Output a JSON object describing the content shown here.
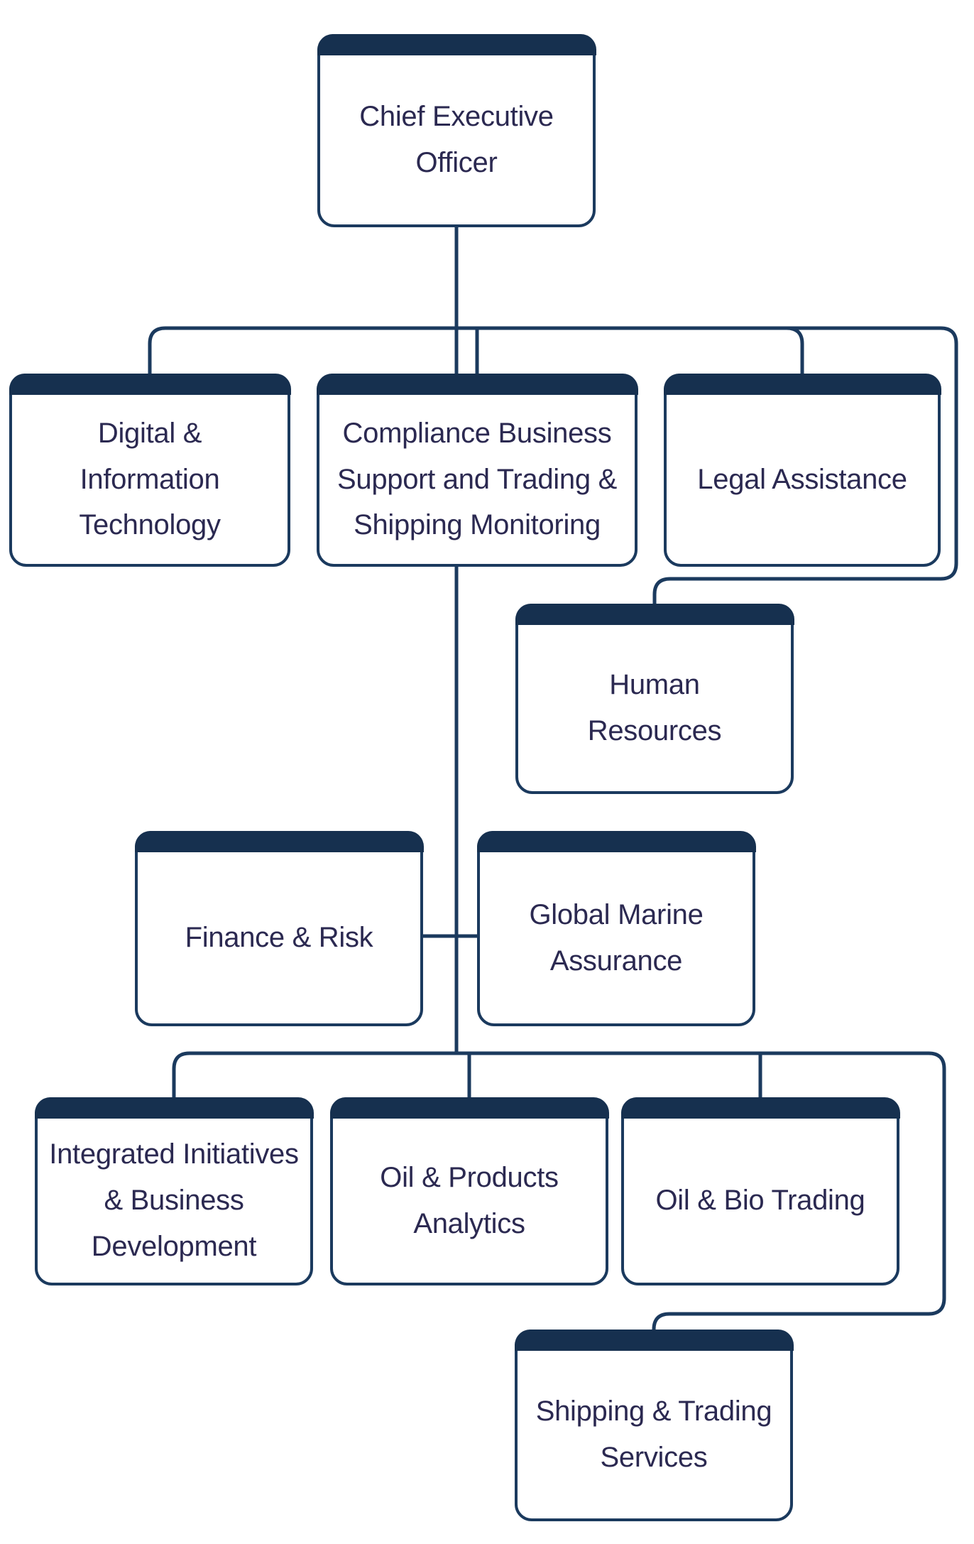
{
  "diagram": {
    "type": "org-chart",
    "nodes": {
      "ceo": {
        "label": "Chief Executive\nOfficer"
      },
      "digital": {
        "label": "Digital &\nInformation\nTechnology"
      },
      "compliance": {
        "label": "Compliance Business\nSupport and Trading &\nShipping Monitoring"
      },
      "legal": {
        "label": "Legal Assistance"
      },
      "hr": {
        "label": "Human\nResources"
      },
      "finance": {
        "label": "Finance & Risk"
      },
      "gma": {
        "label": "Global Marine\nAssurance"
      },
      "integrated": {
        "label": "Integrated Initiatives\n& Business\nDevelopment"
      },
      "opa": {
        "label": "Oil & Products\nAnalytics"
      },
      "obt": {
        "label": "Oil & Bio Trading"
      },
      "shipping": {
        "label": "Shipping & Trading\nServices"
      }
    },
    "edges": [
      {
        "from": "ceo",
        "to": "digital"
      },
      {
        "from": "ceo",
        "to": "compliance"
      },
      {
        "from": "ceo",
        "to": "legal"
      },
      {
        "from": "ceo",
        "to": "hr"
      },
      {
        "from": "compliance",
        "to": "finance"
      },
      {
        "from": "compliance",
        "to": "gma"
      },
      {
        "from": "compliance",
        "to": "integrated"
      },
      {
        "from": "compliance",
        "to": "opa"
      },
      {
        "from": "compliance",
        "to": "obt"
      },
      {
        "from": "compliance",
        "to": "shipping"
      }
    ],
    "colors": {
      "bar": "#16304F",
      "line": "#1B3A5E",
      "text": "#2B2951",
      "background": "#FFFFFF"
    }
  }
}
